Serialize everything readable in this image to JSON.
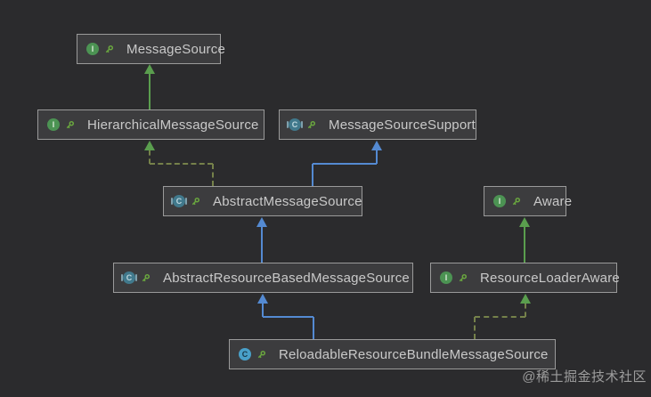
{
  "diagram_type": "uml-class-diagram",
  "colors": {
    "background": "#2b2b2d",
    "node_fill": "#3c3c3e",
    "node_border": "#9a9a9a",
    "node_text": "#c9c9c9",
    "extends_class_arrow": "#548ad2",
    "extends_interface_arrow": "#5a9e4e",
    "implements_dash": "#75814a",
    "interface_icon": "#4c9353",
    "class_icon": "#49a0c9",
    "abstract_class_icon": "#41798c"
  },
  "icons": {
    "interface_letter": "I",
    "class_letter": "C"
  },
  "nodes": {
    "message_source": {
      "label": "MessageSource",
      "kind": "interface"
    },
    "hierarchical_message_source": {
      "label": "HierarchicalMessageSource",
      "kind": "interface"
    },
    "message_source_support": {
      "label": "MessageSourceSupport",
      "kind": "abstract-class"
    },
    "abstract_message_source": {
      "label": "AbstractMessageSource",
      "kind": "abstract-class"
    },
    "aware": {
      "label": "Aware",
      "kind": "interface"
    },
    "abstract_resource_based_message_source": {
      "label": "AbstractResourceBasedMessageSource",
      "kind": "abstract-class"
    },
    "resource_loader_aware": {
      "label": "ResourceLoaderAware",
      "kind": "interface"
    },
    "reloadable_resource_bundle_message_source": {
      "label": "ReloadableResourceBundleMessageSource",
      "kind": "class"
    }
  },
  "edges": [
    {
      "from": "HierarchicalMessageSource",
      "to": "MessageSource",
      "relation": "extends",
      "line": "solid-green"
    },
    {
      "from": "AbstractMessageSource",
      "to": "HierarchicalMessageSource",
      "relation": "implements",
      "line": "dashed-green"
    },
    {
      "from": "AbstractMessageSource",
      "to": "MessageSourceSupport",
      "relation": "extends",
      "line": "solid-blue"
    },
    {
      "from": "AbstractResourceBasedMessageSource",
      "to": "AbstractMessageSource",
      "relation": "extends",
      "line": "solid-blue"
    },
    {
      "from": "ResourceLoaderAware",
      "to": "Aware",
      "relation": "extends",
      "line": "solid-green"
    },
    {
      "from": "ReloadableResourceBundleMessageSource",
      "to": "AbstractResourceBasedMessageSource",
      "relation": "extends",
      "line": "solid-blue"
    },
    {
      "from": "ReloadableResourceBundleMessageSource",
      "to": "ResourceLoaderAware",
      "relation": "implements",
      "line": "dashed-green"
    }
  ],
  "watermark": {
    "text": "@稀土掘金技术社区"
  }
}
